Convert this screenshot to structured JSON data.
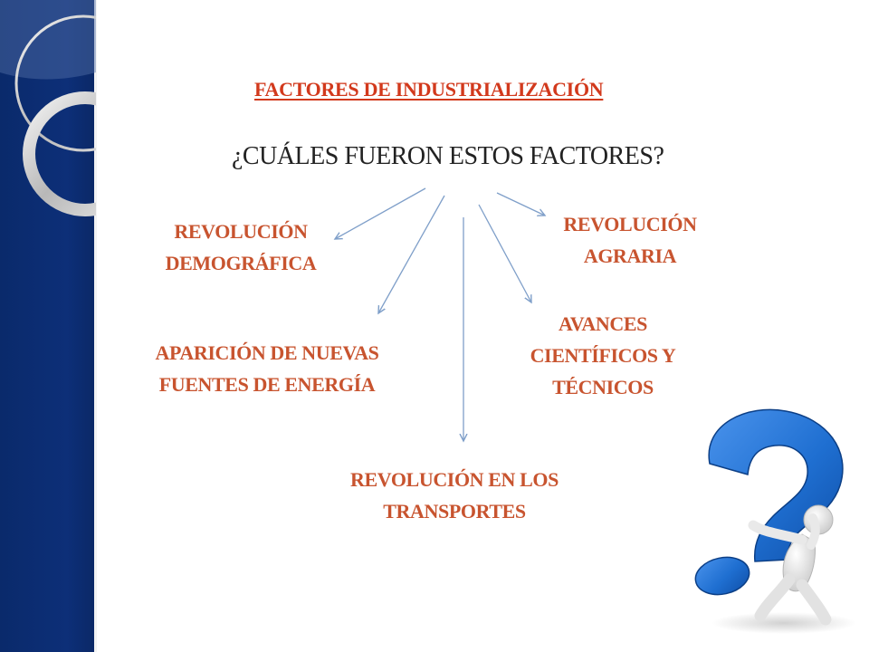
{
  "slide": {
    "title": "FACTORES DE INDUSTRIALIZACIÓN",
    "question": "¿CUÁLES FUERON ESTOS FACTORES?",
    "factors": [
      {
        "id": "demografica",
        "label": "REVOLUCIÓN\nDEMOGRÁFICA"
      },
      {
        "id": "agraria",
        "label": "REVOLUCIÓN\nAGRARIA"
      },
      {
        "id": "energia",
        "label": "APARICIÓN DE NUEVAS\nFUENTES DE ENERGÍA"
      },
      {
        "id": "avances",
        "label": "AVANCES\nCIENTÍFICOS Y\nTÉCNICOS"
      },
      {
        "id": "transportes",
        "label": "REVOLUCIÓN EN LOS\nTRANSPORTES"
      }
    ]
  },
  "colors": {
    "title": "#d2391c",
    "factor_text": "#c8542f",
    "question_text": "#222222",
    "arrow": "#7f9fc9",
    "sidebar": "#0d2f78",
    "question_mark": "#1f6fd1"
  },
  "decorations": {
    "sidebar_ornament": "silver-ring-arcs",
    "illustration": "person-carrying-question-mark-icon"
  }
}
